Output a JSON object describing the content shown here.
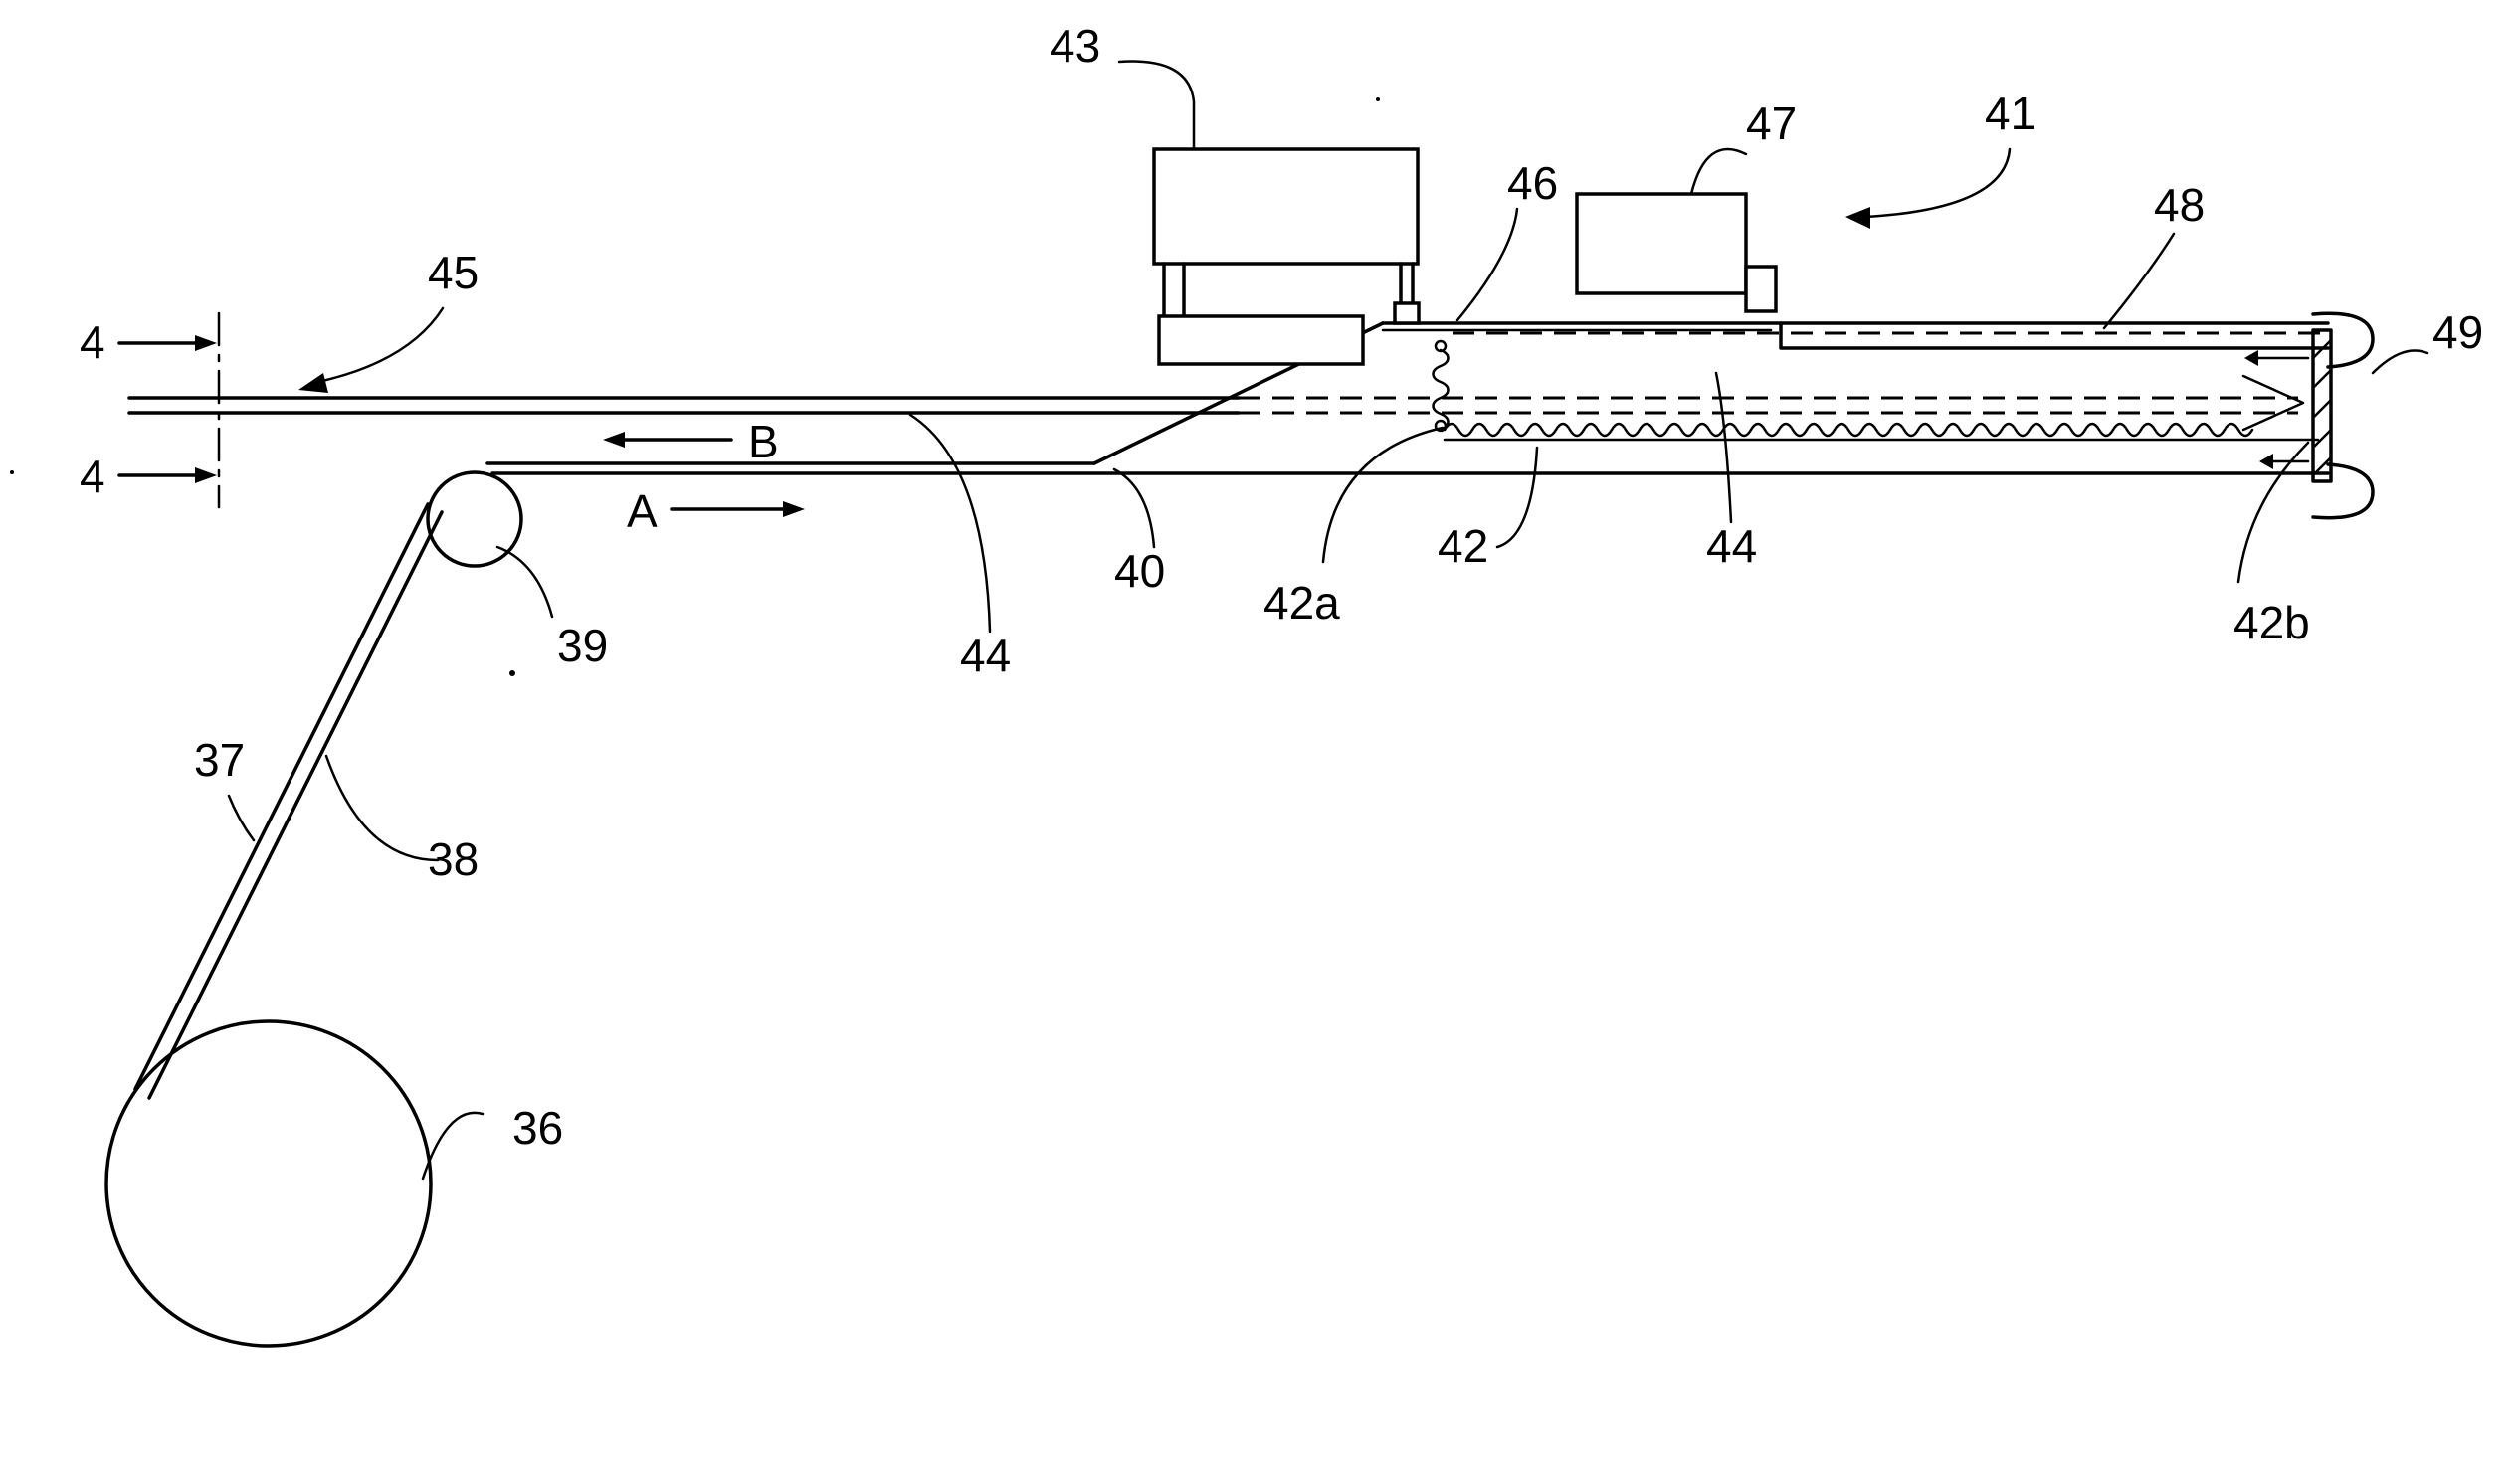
{
  "labels": {
    "l36": "36",
    "l37": "37",
    "l38": "38",
    "l39": "39",
    "l40": "40",
    "l41": "41",
    "l42": "42",
    "l42a": "42a",
    "l42b": "42b",
    "l43": "43",
    "l44_left": "44",
    "l44_right": "44",
    "l45": "45",
    "l46": "46",
    "l47": "47",
    "l48": "48",
    "l49": "49",
    "section_top": "4",
    "section_bottom": "4",
    "dir_a": "A",
    "dir_b": "B"
  }
}
